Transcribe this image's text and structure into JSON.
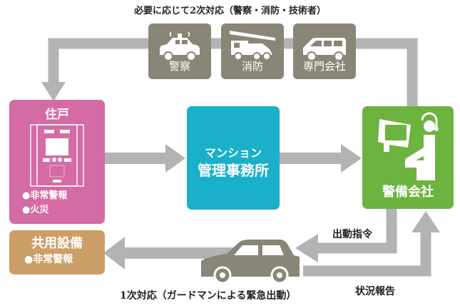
{
  "title": "必要に応じて2次対応（警察・消防・技術者）",
  "vehicles": [
    {
      "label": "警察",
      "icon": "police-car-icon"
    },
    {
      "label": "消防",
      "icon": "fire-truck-icon"
    },
    {
      "label": "専門会社",
      "icon": "van-icon"
    }
  ],
  "residence": {
    "heading": "住戸",
    "items": [
      "●非常警報",
      "●火災"
    ]
  },
  "management": {
    "line1": "マンション",
    "line2": "管理事務所"
  },
  "security": {
    "label": "警備会社"
  },
  "common": {
    "heading": "共用設備",
    "item": "●非常警報"
  },
  "labels": {
    "dispatch": "出動指令",
    "report": "状況報告",
    "first_response": "1次対応（ガードマンによる緊急出動）"
  },
  "colors": {
    "residence": "#d56ba4",
    "management": "#1ab0c9",
    "security": "#6db33f",
    "common": "#cc9e68",
    "vehicle_tile": "#8a8677",
    "arrow": "#b3b3b3"
  }
}
